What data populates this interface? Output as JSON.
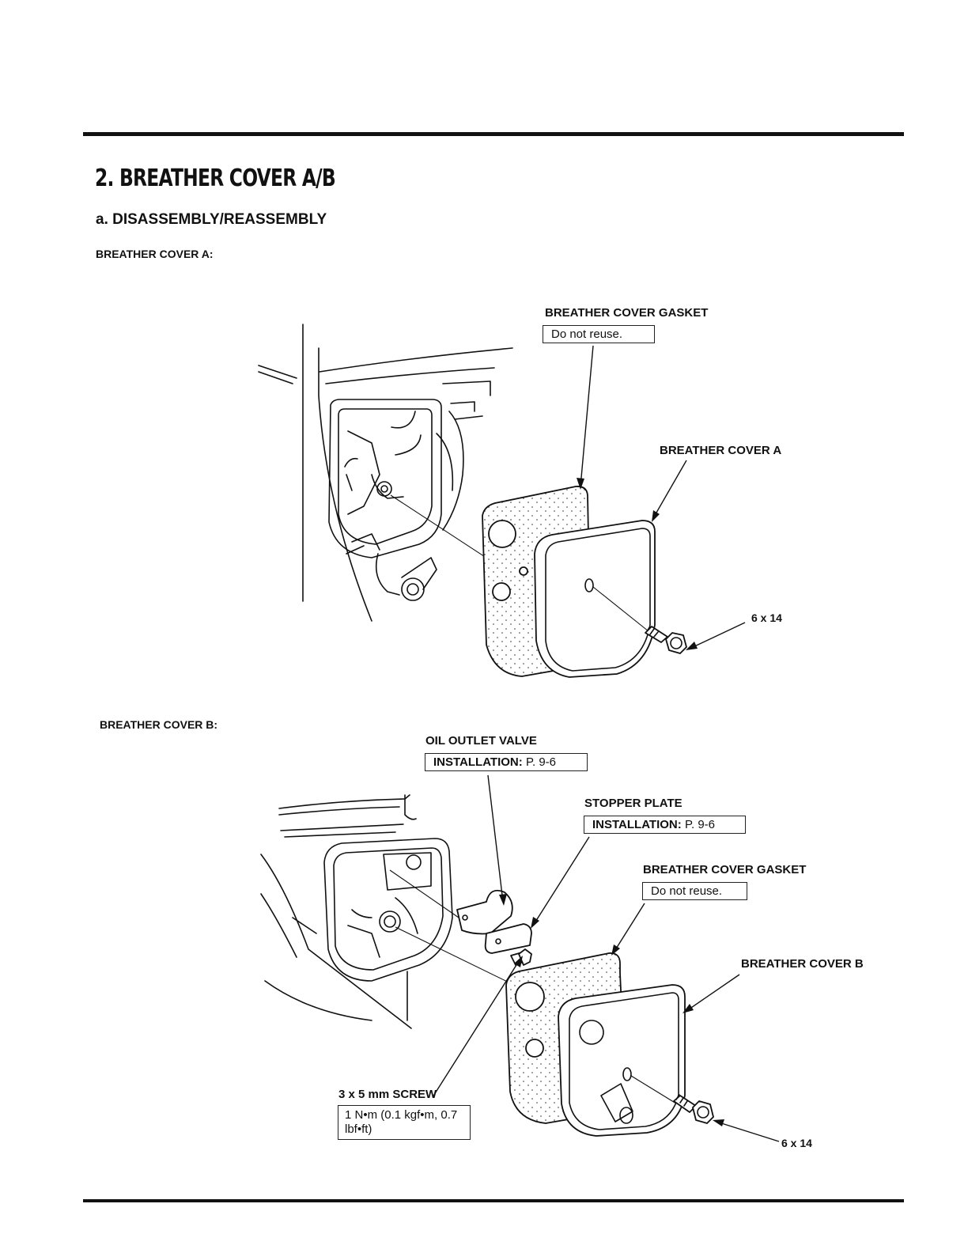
{
  "section": {
    "number": "2.",
    "title": "BREATHER COVER A/B"
  },
  "subsection": {
    "title": "a. DISASSEMBLY/REASSEMBLY"
  },
  "cover_a": {
    "label": "BREATHER COVER A:",
    "gasket_title": "BREATHER COVER GASKET",
    "gasket_note": "Do not reuse.",
    "cover_title": "BREATHER COVER A",
    "bolt": "6 x 14"
  },
  "cover_b": {
    "label": "BREATHER COVER B:",
    "valve_title": "OIL OUTLET VALVE",
    "valve_install_label": "INSTALLATION:",
    "valve_install_ref": "P. 9-6",
    "stopper_title": "STOPPER PLATE",
    "stopper_install_label": "INSTALLATION:",
    "stopper_install_ref": "P. 9-6",
    "gasket_title": "BREATHER COVER GASKET",
    "gasket_note": "Do not reuse.",
    "cover_title": "BREATHER COVER B",
    "screw_title": "3 x 5 mm SCREW",
    "screw_torque": "1 N•m (0.1 kgf•m, 0.7 lbf•ft)",
    "bolt": "6 x 14"
  }
}
